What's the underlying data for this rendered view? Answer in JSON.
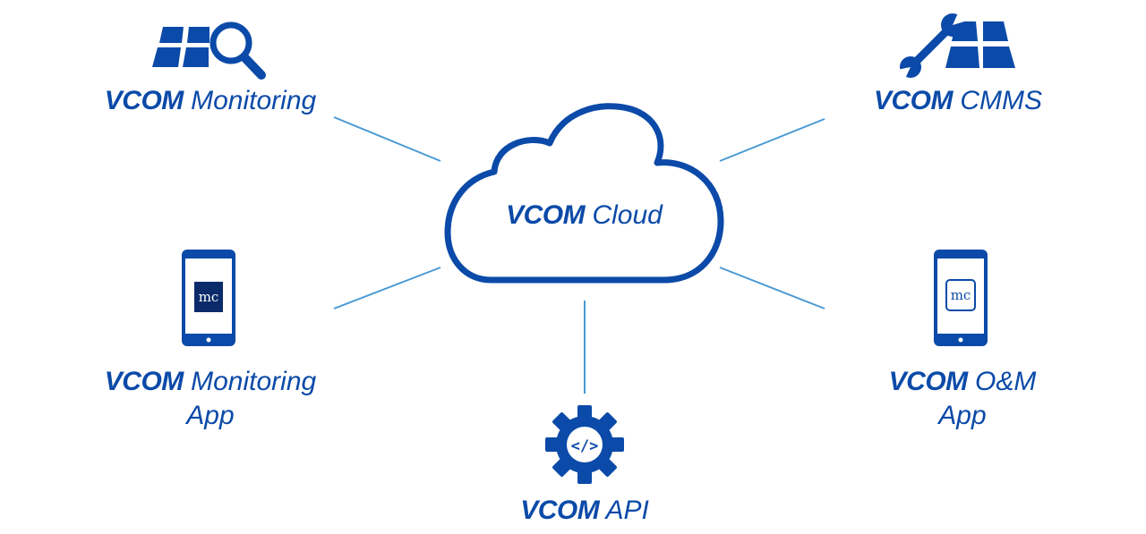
{
  "colors": {
    "brand_blue": "#0b4aa8",
    "connector_blue": "#4a9ad6",
    "logo_dark": "#0a2a6a",
    "background": "#ffffff"
  },
  "center": {
    "name_bold": "VCOM",
    "name_rest": "Cloud",
    "icon": "cloud-icon"
  },
  "nodes": {
    "monitoring": {
      "name_bold": "VCOM",
      "line1_rest": "Monitoring",
      "line2": "",
      "icon": "solar-panel-search-icon"
    },
    "cmms": {
      "name_bold": "VCOM",
      "line1_rest": "CMMS",
      "line2": "",
      "icon": "wrench-solar-panel-icon"
    },
    "monitoring_app": {
      "name_bold": "VCOM",
      "line1_rest": "Monitoring",
      "line2": "App",
      "icon": "smartphone-icon",
      "logo_text": "mc"
    },
    "om_app": {
      "name_bold": "VCOM",
      "line1_rest": "O&M",
      "line2": "App",
      "icon": "smartphone-icon",
      "logo_text": "mc"
    },
    "api": {
      "name_bold": "VCOM",
      "line1_rest": "API",
      "line2": "",
      "icon": "gear-code-icon",
      "code_glyph": "</>"
    }
  }
}
